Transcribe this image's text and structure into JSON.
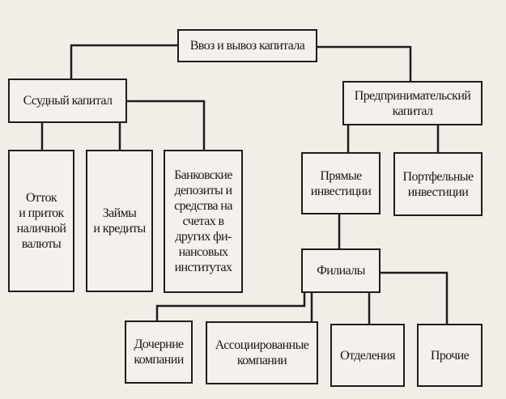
{
  "colors": {
    "line": "#1e1c1c",
    "paper": "#f1eee8"
  },
  "root": "Ввоз и вывоз капитала",
  "loan": {
    "title": "Ссудный капитал",
    "children": [
      "Отток\nи приток\nналичной\nвалюты",
      "Займы\nи кредиты",
      "Банковские\nдепозиты и\nсредства на\nсчетах в\nдругих фи-\nнансовых\nинститутах"
    ]
  },
  "entrepreneurial": {
    "title": "Предпринимательский\nкапитал",
    "direct": "Прямые\nинвестиции",
    "portfolio": "Портфельные\nинвестиции"
  },
  "branches": {
    "title": "Филиалы",
    "children": [
      "Дочерние\nкомпании",
      "Ассоциированные\nкомпании",
      "Отделения",
      "Прочие"
    ]
  }
}
